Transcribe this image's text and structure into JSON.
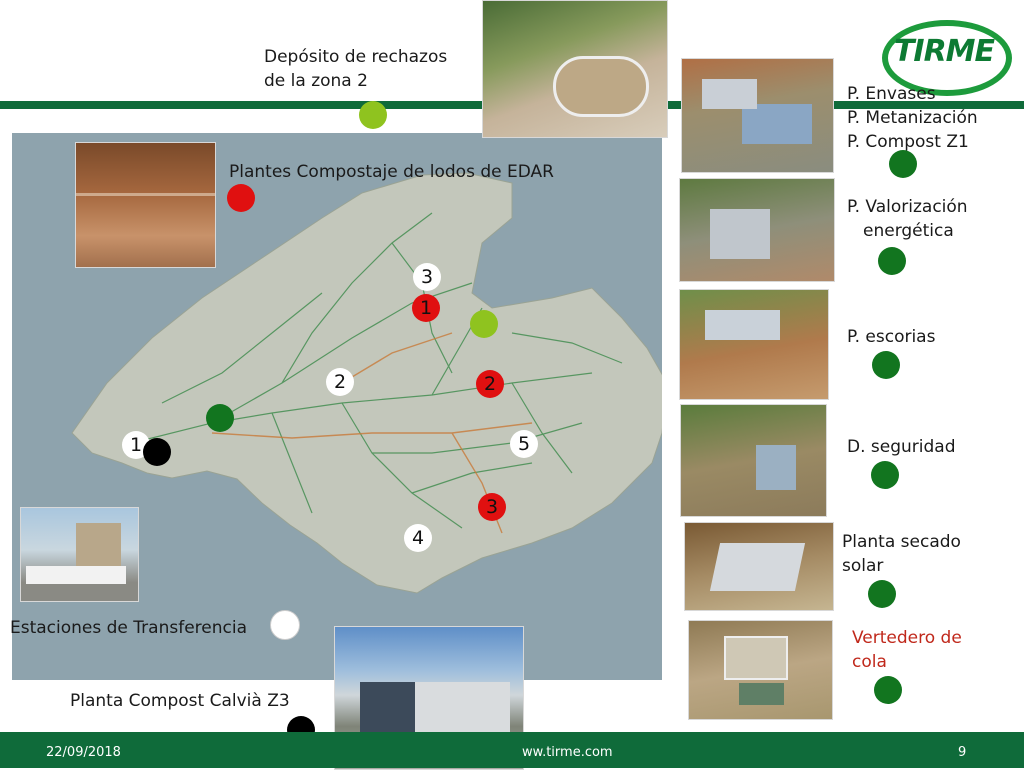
{
  "labels": {
    "deposito_line1": "Depósito de rechazos",
    "deposito_line2": "de la zona 2",
    "compostaje_lodos": "Plantes Compostaje de lodos de EDAR",
    "envases": "P. Envases",
    "metanizacion": "P. Metanización",
    "compost_z1": "P. Compost Z1",
    "valorizacion_line1": "P. Valorización",
    "valorizacion_line2": "energética",
    "escorias": "P. escorias",
    "seguridad": "D. seguridad",
    "secado_line1": "Planta secado",
    "secado_line2": "solar",
    "vertedero_line1": "Vertedero de",
    "vertedero_line2": "cola",
    "estaciones": "Estaciones de Transferencia",
    "compost_calvia": "Planta Compost Calvià Z3"
  },
  "markers": {
    "white_3": "3",
    "red_1": "1",
    "white_2": "2",
    "red_2": "2",
    "white_1": "1",
    "white_5": "5",
    "red_3": "3",
    "white_4": "4"
  },
  "logo": {
    "text": "TIRME"
  },
  "footer": {
    "date": "22/09/2018",
    "url": "ww.tirme.com",
    "page": "9"
  },
  "colors": {
    "band": "#0f6b3a",
    "lime": "#8fc31f",
    "green": "#12751f",
    "red": "#e01010",
    "vertedero": "#c0281b",
    "sea": "#8ea3ad",
    "land": "#c3c7bb"
  }
}
